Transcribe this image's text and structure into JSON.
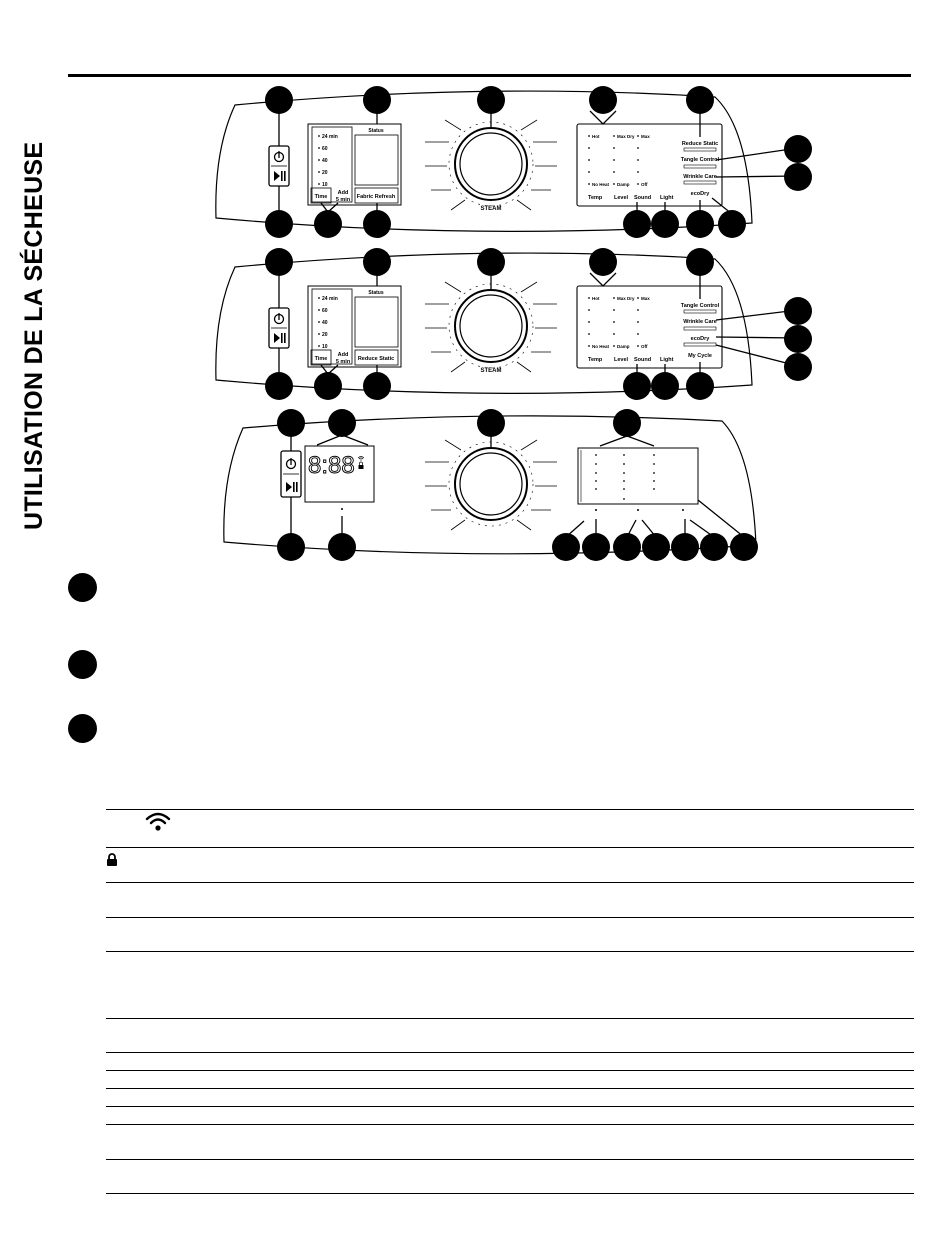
{
  "page": {
    "side_title": "UTILISATION DE LA SÉCHEUSE"
  },
  "panel1": {
    "time_options": [
      "24 min",
      "60",
      "40",
      "20",
      "10"
    ],
    "status_label": "Status",
    "time_button": "Time",
    "add_button_line1": "Add",
    "add_button_line2": "5 min",
    "fabric_refresh_button": "Fabric Refresh",
    "dial_label": "STEAM",
    "temp_col": [
      "Hot",
      "No Heat"
    ],
    "level_col": [
      "Max Dry",
      "Damp"
    ],
    "sound_col": [
      "Max",
      "Off"
    ],
    "bottom_labels": [
      "Temp",
      "Level",
      "Sound",
      "Light"
    ],
    "option_buttons": [
      "Reduce Static",
      "Tangle Control",
      "Wrinkle Care",
      "ecoDry"
    ]
  },
  "panel2": {
    "time_options": [
      "24 min",
      "60",
      "40",
      "20",
      "10"
    ],
    "status_label": "Status",
    "time_button": "Time",
    "add_button_line1": "Add",
    "add_button_line2": "5 min",
    "reduce_static_button": "Reduce Static",
    "dial_label": "STEAM",
    "temp_col": [
      "Hot",
      "No Heat"
    ],
    "level_col": [
      "Max Dry",
      "Damp"
    ],
    "sound_col": [
      "Max",
      "Off"
    ],
    "bottom_labels": [
      "Temp",
      "Level",
      "Sound",
      "Light"
    ],
    "option_buttons": [
      "Tangle Control",
      "Wrinkle Care",
      "ecoDry",
      "My Cycle"
    ]
  },
  "panel3": {
    "display_digits": "8:88"
  }
}
